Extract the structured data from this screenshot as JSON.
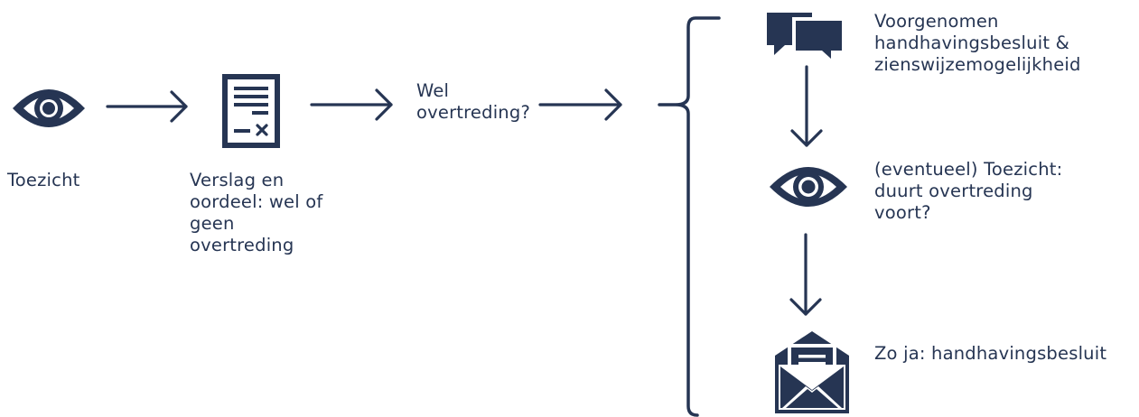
{
  "colors": {
    "primary": "#263553",
    "background": "#ffffff"
  },
  "steps": {
    "toezicht": {
      "icon": "eye-icon",
      "label": "Toezicht"
    },
    "verslag": {
      "icon": "document-icon",
      "lines": [
        "Verslag en",
        "oordeel: wel of",
        "geen",
        "overtreding"
      ]
    },
    "question": {
      "lines": [
        "Wel",
        "overtreding?"
      ]
    }
  },
  "branch": {
    "voornemen": {
      "icon": "speech-bubbles-icon",
      "lines": [
        "Voorgenomen",
        "handhavingsbesluit &",
        "zienswijzemogelijkheid"
      ]
    },
    "toezicht2": {
      "icon": "eye-icon",
      "lines": [
        "(eventueel) Toezicht:",
        "duurt overtreding",
        "voort?"
      ]
    },
    "besluit": {
      "icon": "envelope-letter-icon",
      "lines": [
        "Zo ja: handhavingsbesluit"
      ]
    }
  }
}
